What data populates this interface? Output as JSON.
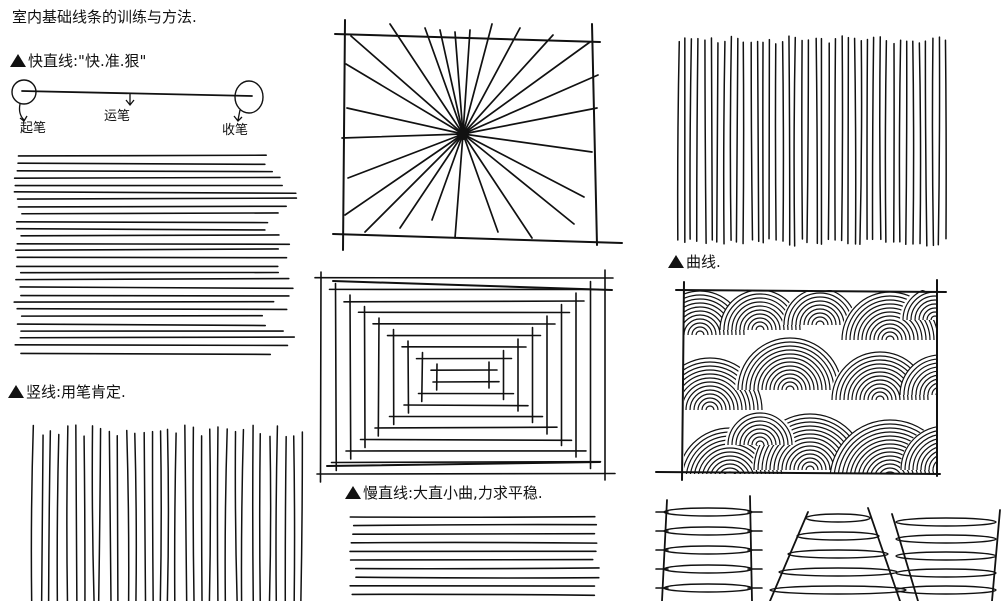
{
  "page": {
    "title": "室内基础线条的训练与方法."
  },
  "fast_line": {
    "heading": "快直线:\"快.准.狠\"",
    "start_label": "起笔",
    "move_label": "运笔",
    "end_label": "收笔"
  },
  "vertical_line": {
    "heading": "竖线:用笔肯定."
  },
  "slow_line": {
    "heading": "慢直线:大直小曲,力求平稳."
  },
  "curve_line": {
    "heading": "曲线."
  },
  "icons": {
    "heading_marker": "triangle-marker-icon"
  },
  "colors": {
    "ink": "#111111",
    "paper": "#ffffff"
  }
}
